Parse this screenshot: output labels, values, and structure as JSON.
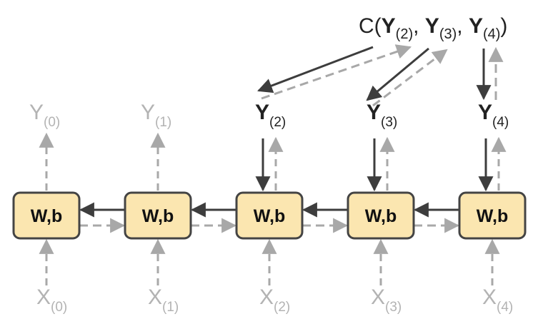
{
  "colors": {
    "cell_fill": "#fbe6b0",
    "cell_stroke": "#444444",
    "dark_arrow": "#3d3d3d",
    "light_arrow": "#a8a8a8",
    "grey_text": "#b3b3b3"
  },
  "cost": {
    "prefix": "C(",
    "terms": [
      {
        "sym": "Y",
        "sub": "(2)",
        "after": ","
      },
      {
        "sym": "Y",
        "sub": "(3)",
        "after": ","
      },
      {
        "sym": "Y",
        "sub": "(4)",
        "after": ")"
      }
    ]
  },
  "cells": [
    {
      "label": "W,b",
      "x_sym": "X",
      "x_sub": "(0)",
      "y_sym": "Y",
      "y_sub": "(0)",
      "y_in_cost": false
    },
    {
      "label": "W,b",
      "x_sym": "X",
      "x_sub": "(1)",
      "y_sym": "Y",
      "y_sub": "(1)",
      "y_in_cost": false
    },
    {
      "label": "W,b",
      "x_sym": "X",
      "x_sub": "(2)",
      "y_sym": "Y",
      "y_sub": "(2)",
      "y_in_cost": true
    },
    {
      "label": "W,b",
      "x_sym": "X",
      "x_sub": "(3)",
      "y_sym": "Y",
      "y_sub": "(3)",
      "y_in_cost": true
    },
    {
      "label": "W,b",
      "x_sym": "X",
      "x_sub": "(4)",
      "y_sym": "Y",
      "y_sub": "(4)",
      "y_in_cost": true
    }
  ]
}
